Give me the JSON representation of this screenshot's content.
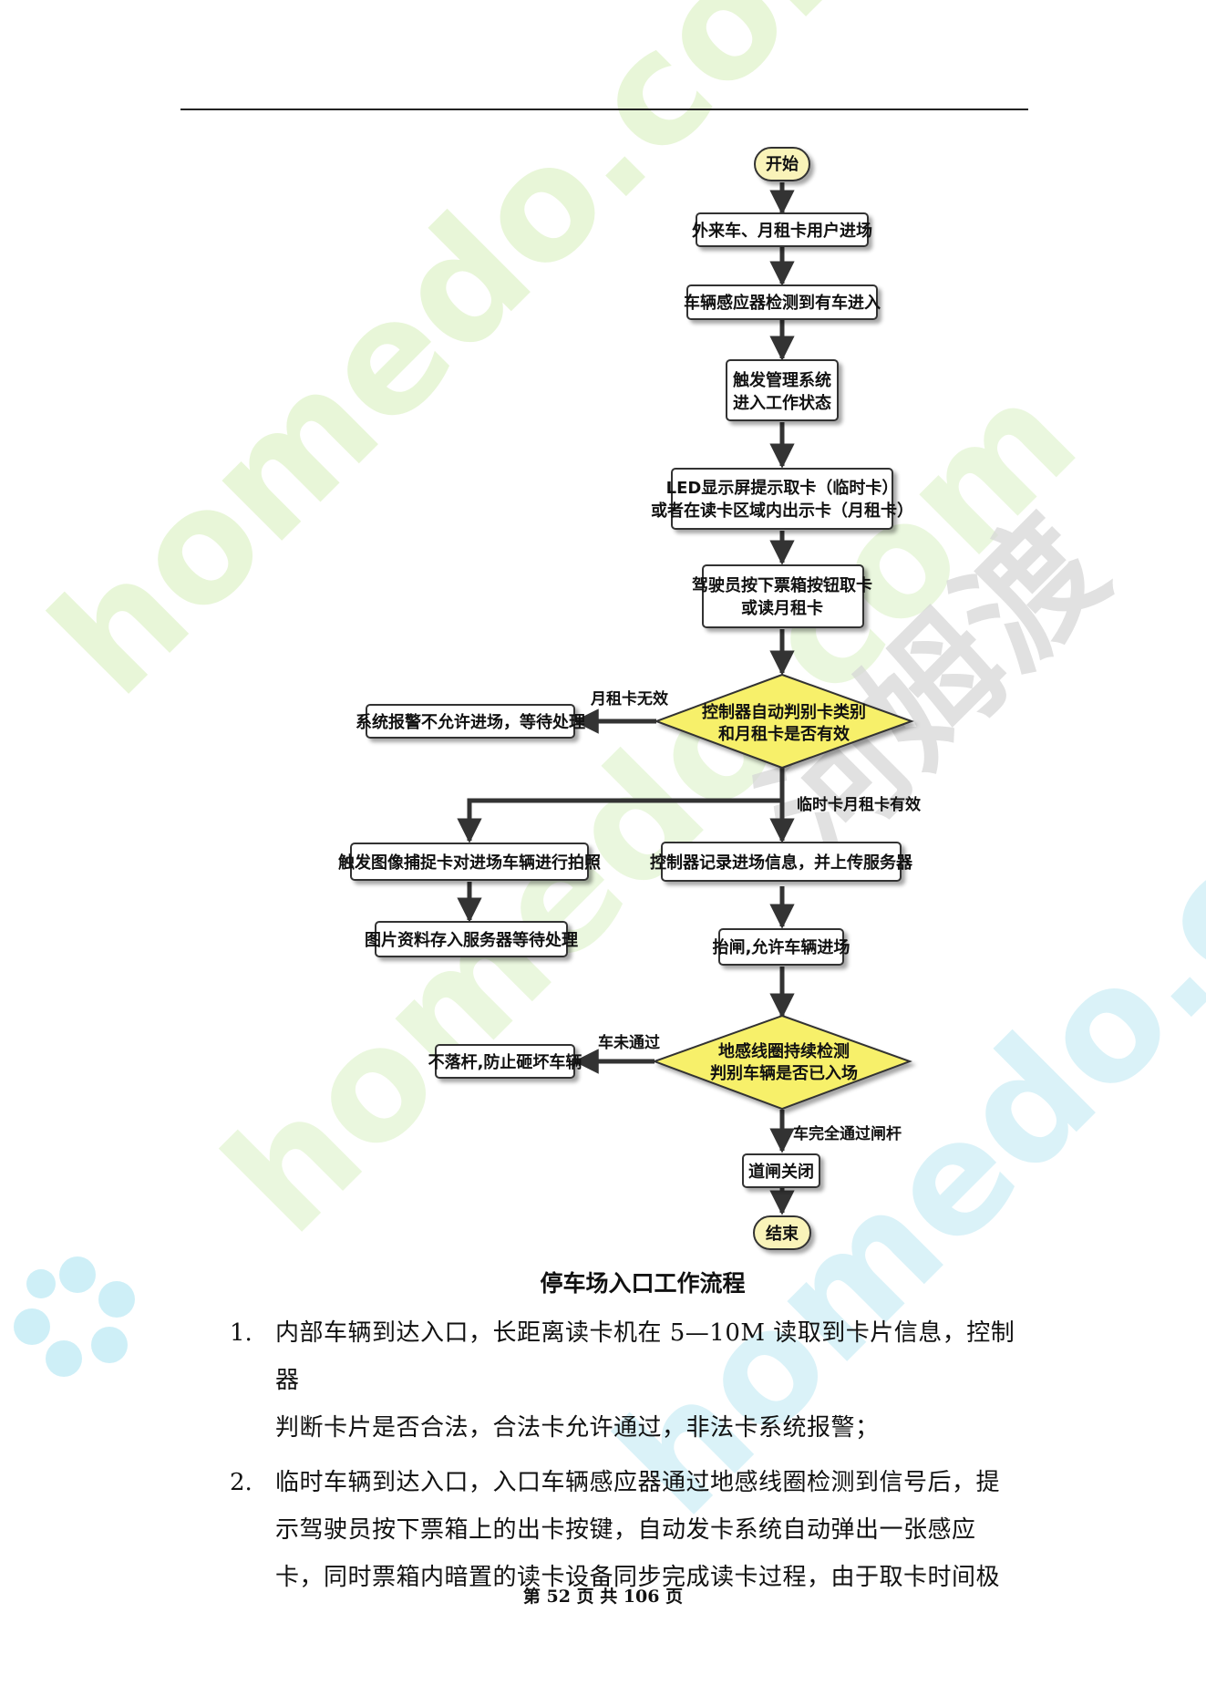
{
  "flowchart": {
    "nodes": {
      "start": "开始",
      "n1": "外来车、月租卡用户进场",
      "n2": "车辆感应器检测到有车进入",
      "n3": [
        "触发管理系统",
        "进入工作状态"
      ],
      "n4": [
        "LED显示屏提示取卡（临时卡）",
        "或者在读卡区域内出示卡（月租卡）"
      ],
      "n5": [
        "驾驶员按下票箱按钮取卡",
        "或读月租卡"
      ],
      "d1": [
        "控制器自动判别卡类别",
        "和月租卡是否有效"
      ],
      "alarm": "系统报警不允许进场，等待处理",
      "capture": "触发图像捕捉卡对进场车辆进行拍照",
      "store": "图片资料存入服务器等待处理",
      "record": "控制器记录进场信息，并上传服务器",
      "lift": "抬闸,允许车辆进场",
      "d2": [
        "地感线圈持续检测",
        "判别车辆是否已入场"
      ],
      "nolower": "不落杆,防止砸坏车辆",
      "close": "道闸关闭",
      "end": "结束"
    },
    "edges": {
      "invalid": "月租卡无效",
      "valid": "临时卡月租卡有效",
      "notpassed": "车未通过",
      "passed": "车完全通过闸杆"
    }
  },
  "caption": "停车场入口工作流程",
  "list": [
    {
      "num": "1.",
      "lines": [
        "内部车辆到达入口，长距离读卡机在 5—10M 读取到卡片信息，控制器",
        "判断卡片是否合法，合法卡允许通过，非法卡系统报警；"
      ]
    },
    {
      "num": "2.",
      "lines": [
        "临时车辆到达入口，入口车辆感应器通过地感线圈检测到信号后，提",
        "示驾驶员按下票箱上的出卡按键，自动发卡系统自动弹出一张感应",
        "卡，同时票箱内暗置的读卡设备同步完成读卡过程，由于取卡时间极"
      ]
    }
  ],
  "footer": "第 52 页 共 106 页",
  "watermark": {
    "brand": "homedo.com",
    "cn": "河姆渡"
  },
  "colors": {
    "decision": "#f7f06a",
    "terminal": "#f9f3b9",
    "watermark_green": "#d9f2c0",
    "watermark_blue": "#c8eef6"
  }
}
